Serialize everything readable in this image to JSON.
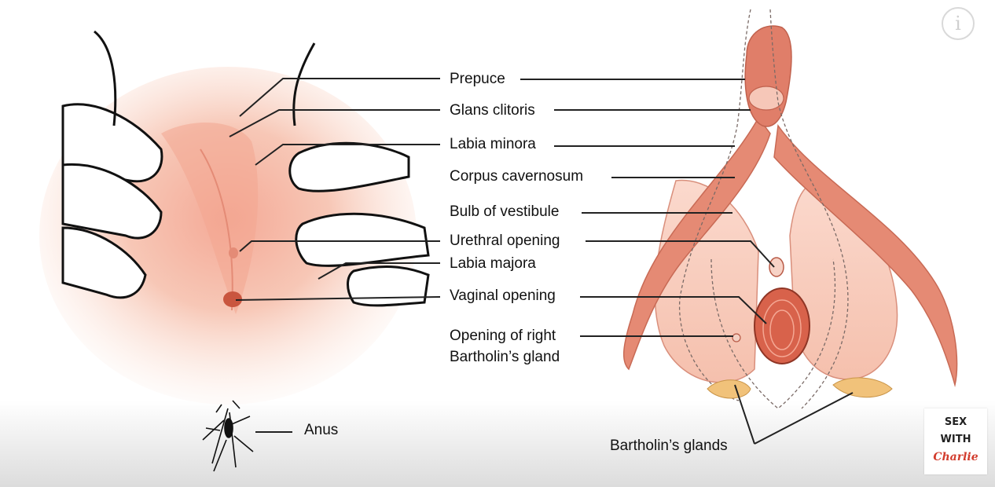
{
  "labels": {
    "prepuce": "Prepuce",
    "glans_clitoris": "Glans clitoris",
    "labia_minora": "Labia minora",
    "corpus_cavernosum": "Corpus cavernosum",
    "bulb_of_vestibule": "Bulb of vestibule",
    "urethral_opening": "Urethral opening",
    "labia_majora": "Labia majora",
    "vaginal_opening": "Vaginal opening",
    "bartholin_opening_line1": "Opening of right",
    "bartholin_opening_line2": "Bartholin’s gland",
    "anus": "Anus",
    "bartholins_glands": "Bartholin’s glands"
  },
  "logo": {
    "line1": "SEX",
    "line2": "WITH",
    "line3": "Charlie"
  },
  "info_icon": "info-icon",
  "colors": {
    "skin_light": "#fbe3d6",
    "skin_pink": "#f3b9a6",
    "clitoris_red": "#e2816d",
    "gland_yellow": "#f1c27a",
    "line": "#222222"
  }
}
